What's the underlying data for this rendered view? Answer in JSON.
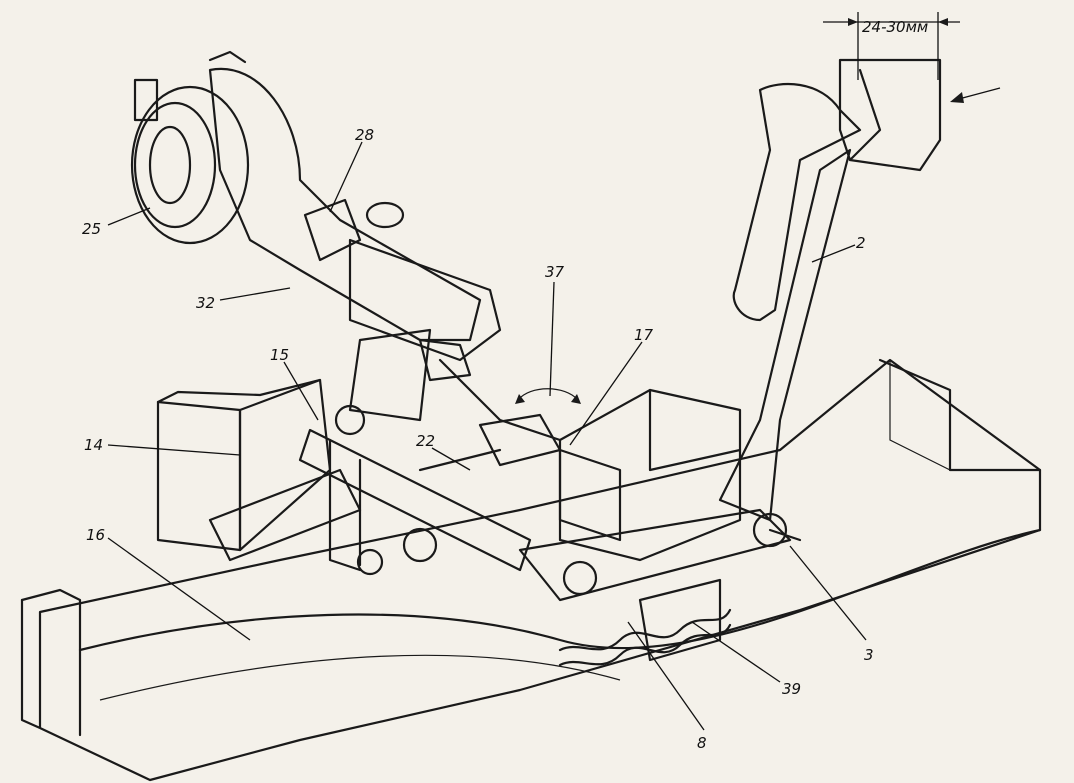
{
  "callouts": [
    {
      "id": "c2",
      "label": "2"
    },
    {
      "id": "c3",
      "label": "3"
    },
    {
      "id": "c8",
      "label": "8"
    },
    {
      "id": "c14",
      "label": "14"
    },
    {
      "id": "c15",
      "label": "15"
    },
    {
      "id": "c16",
      "label": "16"
    },
    {
      "id": "c17",
      "label": "17"
    },
    {
      "id": "c22",
      "label": "22"
    },
    {
      "id": "c25",
      "label": "25"
    },
    {
      "id": "c28",
      "label": "28"
    },
    {
      "id": "c32",
      "label": "32"
    },
    {
      "id": "c37",
      "label": "37"
    },
    {
      "id": "c39",
      "label": "39"
    }
  ],
  "dimension": {
    "label": "24-30мм"
  },
  "colors": {
    "ink": "#1a1a1a",
    "paper": "#f4f1ea",
    "hatch": "#2a2a2a"
  }
}
